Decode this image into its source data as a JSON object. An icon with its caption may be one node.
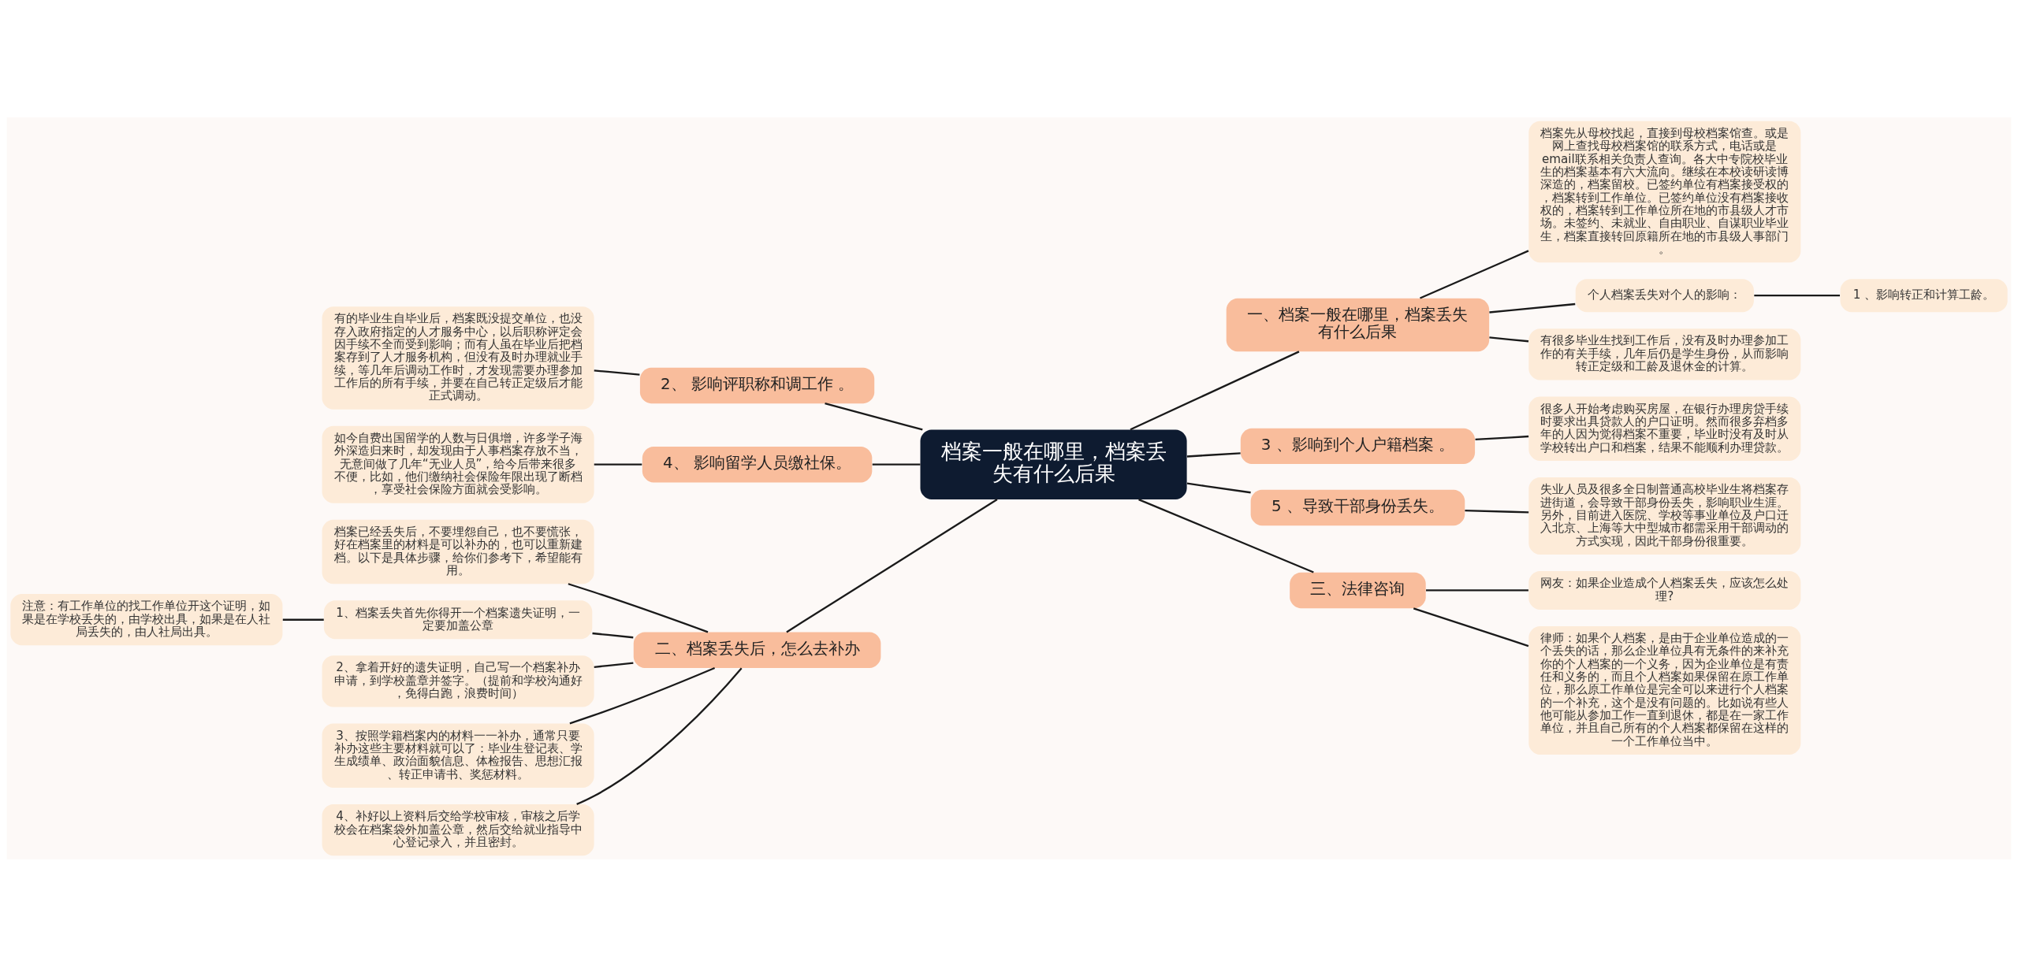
{
  "diagram": {
    "nodes": [
      {
        "text": [
          "档案一般在哪里，档案丢失有什么后果"
        ]
      },
      {
        "text": [
          "一、档案一般在哪里，档案丢失有什么后果"
        ]
      },
      {
        "text": [
          "档案先从母校找起，直接到母校档案馆查。或是网上查找母校档案馆的联系方式，电话或是email联系相关负责人查询。各大中专院校毕业生的档案基本有六大流向。继续在本校读研读博深造的，档案留校。已签约单位有档案接受权的，档案转到工作单位。已签约单位没有档案接收权的，档案转到工作单位所在地的市县级人才市场。未签约、未就业、自由职业、自谋职业毕业生，档案直接转回原籍所在地的市县级人事部门。"
        ]
      },
      {
        "text": [
          "个人档案丢失对个人的影响："
        ]
      },
      {
        "text": [
          "1 、影响转正和计算工龄。"
        ]
      },
      {
        "text": [
          "有很多毕业生找到工作后，没有及时办理参加工作的有关手续，几年后仍是学生身份，从而影响转正定级和工龄及退休金的计算。"
        ]
      },
      {
        "text": [
          "3 、影响到个人户籍档案 。"
        ]
      },
      {
        "text": [
          "很多人开始考虑购买房屋，在银行办理房贷手续时要求出具贷款人的户口证明。然而很多弃档多年的人因为觉得档案不重要，毕业时没有及时从学校转出户口和档案，结果不能顺利办理贷款。"
        ]
      },
      {
        "text": [
          "5 、导致干部身份丢失。"
        ]
      },
      {
        "text": [
          "失业人员及很多全日制普通高校毕业生将档案存进街道，会导致干部身份丢失，影响职业生涯。另外，目前进入医院、学校等事业单位及户口迁入北京、上海等大中型城市都需采用干部调动的方式实现，因此干部身份很重要。"
        ]
      },
      {
        "text": [
          "三、法律咨询"
        ]
      },
      {
        "text": [
          "网友：如果企业造成个人档案丢失，应该怎么处理?"
        ]
      },
      {
        "text": [
          "律师：如果个人档案，是由于企业单位造成的一个丢失的话，那么企业单位具有无条件的来补充你的个人档案的一个义务，因为企业单位是有责任和义务的，而且个人档案如果保留在原工作单位，那么原工作单位是完全可以来进行个人档案的一个补充，这个是没有问题的。比如说有些人他可能从参加工作一直到退休，都是在一家工作单位，并且自己所有的个人档案都保留在这样的一个工作单位当中。"
        ]
      },
      {
        "text": [
          "2、 影响评职称和调工作 。"
        ]
      },
      {
        "text": [
          "有的毕业生自毕业后，档案既没提交单位，也没存入政府指定的人才服务中心，以后职称评定会因手续不全而受到影响；而有人虽在毕业后把档案存到了人才服务机构，但没有及时办理就业手续，等几年后调动工作时，才发现需要办理参加工作后的所有手续，并要在自己转正定级后才能正式调动。"
        ]
      },
      {
        "text": [
          "4、 影响留学人员缴社保。"
        ]
      },
      {
        "text": [
          "如今自费出国留学的人数与日俱增，许多学子海外深造归来时，却发现由于人事档案存放不当，无意间做了几年“无业人员”，给今后带来很多不便，比如，他们缴纳社会保险年限出现了断档，享受社会保险方面就会受影响。"
        ]
      },
      {
        "text": [
          "二、档案丢失后，怎么去补办"
        ]
      },
      {
        "text": [
          "档案已经丢失后，不要埋怨自己，也不要慌张，好在档案里的材料是可以补办的，也可以重新建档。以下是具体步骤，给你们参考下，希望能有用。"
        ]
      },
      {
        "text": [
          "1、档案丢失首先你得开一个档案遗失证明，一定要加盖公章"
        ]
      },
      {
        "text": [
          "注意：有工作单位的找工作单位开这个证明，如果是在学校丢失的，由学校出具，如果是在人社局丢失的，由人社局出具。"
        ]
      },
      {
        "text": [
          "2、拿着开好的遗失证明，自己写一个档案补办申请，到学校盖章并签字。（提前和学校沟通好，免得白跑，浪费时间）"
        ]
      },
      {
        "text": [
          "3、按照学籍档案内的材料一一补办，通常只要补办这些主要材料就可以了：毕业生登记表、学生成绩单、政治面貌信息、体检报告、思想汇报、转正申请书、奖惩材料。"
        ]
      },
      {
        "text": [
          "4、补好以上资料后交给学校审核，审核之后学校会在档案袋外加盖公章，然后交给就业指导中心登记录入，并且密封。"
        ]
      }
    ],
    "edges": [
      {
        "from": 0,
        "to": 1,
        "arrow": "none"
      },
      {
        "from": 1,
        "to": 2,
        "arrow": "none"
      },
      {
        "from": 1,
        "to": 3,
        "arrow": "none"
      },
      {
        "from": 3,
        "to": 4,
        "arrow": "none"
      },
      {
        "from": 1,
        "to": 5,
        "arrow": "none"
      },
      {
        "from": 0,
        "to": 6,
        "arrow": "none"
      },
      {
        "from": 6,
        "to": 7,
        "arrow": "none"
      },
      {
        "from": 0,
        "to": 8,
        "arrow": "none"
      },
      {
        "from": 8,
        "to": 9,
        "arrow": "none"
      },
      {
        "from": 0,
        "to": 10,
        "arrow": "none"
      },
      {
        "from": 10,
        "to": 11,
        "arrow": "none"
      },
      {
        "from": 10,
        "to": 12,
        "arrow": "none"
      },
      {
        "from": 0,
        "to": 13,
        "arrow": "none"
      },
      {
        "from": 13,
        "to": 14,
        "arrow": "none"
      },
      {
        "from": 0,
        "to": 15,
        "arrow": "none"
      },
      {
        "from": 15,
        "to": 16,
        "arrow": "none"
      },
      {
        "from": 0,
        "to": 17,
        "arrow": "none"
      },
      {
        "from": 17,
        "to": 18,
        "arrow": "none"
      },
      {
        "from": 17,
        "to": 19,
        "arrow": "none"
      },
      {
        "from": 19,
        "to": 20,
        "arrow": "none"
      },
      {
        "from": 17,
        "to": 21,
        "arrow": "none"
      },
      {
        "from": 17,
        "to": 22,
        "arrow": "none"
      },
      {
        "from": 17,
        "to": 23,
        "arrow": "none"
      }
    ]
  }
}
